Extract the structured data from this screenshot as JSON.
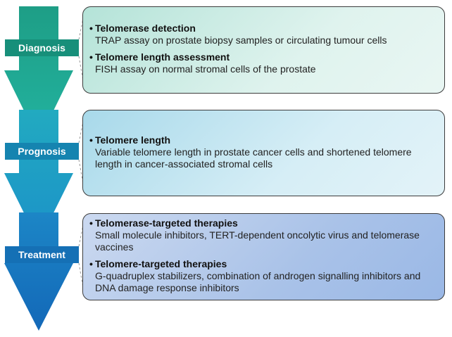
{
  "colors": {
    "diagnosis": "#1aa187",
    "prognosis": "#1a9cc4",
    "treatment": "#1a7bc6",
    "border": "#3c3c3c"
  },
  "stages": [
    {
      "label": "Diagnosis",
      "items": [
        {
          "title": "Telomerase detection",
          "text": "TRAP assay on prostate biopsy samples or circulating tumour cells"
        },
        {
          "title": "Telomere length assessment",
          "text": "FISH assay on normal stromal cells of the prostate"
        }
      ]
    },
    {
      "label": "Prognosis",
      "items": [
        {
          "title": "Telomere length",
          "text": "Variable telomere length in prostate cancer cells and shortened telomere length in cancer-associated stromal cells"
        }
      ]
    },
    {
      "label": "Treatment",
      "items": [
        {
          "title": "Telomerase-targeted therapies",
          "text": "Small molecule inhibitors, TERT-dependent oncolytic virus and telomerase vaccines"
        },
        {
          "title": "Telomere-targeted therapies",
          "text": "G-quadruplex stabilizers, combination of androgen signalling inhibitors and DNA damage response inhibitors"
        }
      ]
    }
  ]
}
